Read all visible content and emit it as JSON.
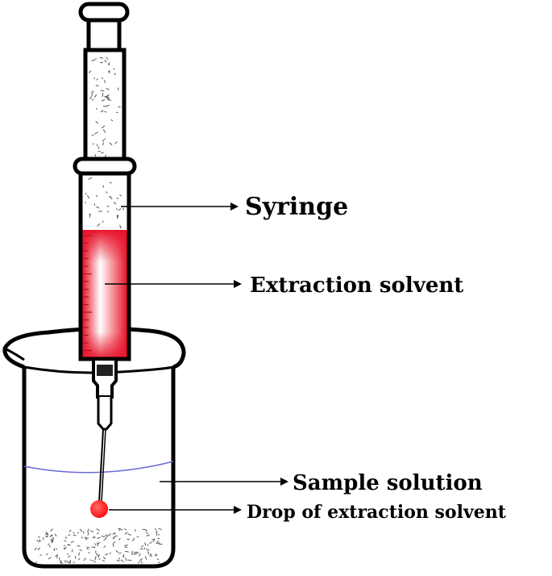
{
  "labels": {
    "syringe": "Syringe",
    "extraction_solvent": "Extraction solvent",
    "sample_solution": "Sample solution",
    "drop": "Drop of extraction solvent"
  },
  "colors": {
    "ink": "#000000",
    "solvent": "#e8132a",
    "drop": "#ff1a1a",
    "water_line": "#6a6ad8"
  }
}
